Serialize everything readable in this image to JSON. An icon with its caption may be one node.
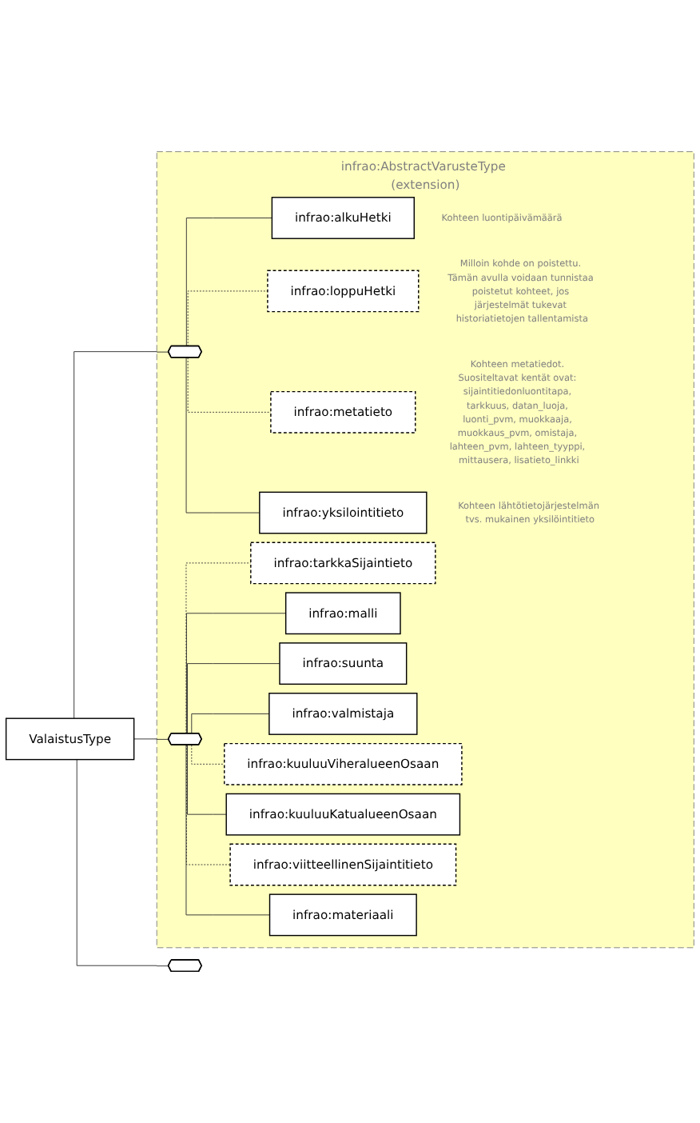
{
  "diagram": {
    "nodes": [
      {
        "text": [
          "ValaistusType"
        ]
      },
      {
        "text": [
          "infrao:AbstractVarusteType (extension)"
        ]
      },
      {
        "text": [],
        "shape": "octagon",
        "in": 1
      },
      {
        "text": [
          "infrao:alkuHetki"
        ],
        "in": 1,
        "beside": [
          "Kohteen luontipäivämäärä"
        ]
      },
      {
        "text": [
          "infrao:loppuHetki"
        ],
        "in": 1,
        "beside": [
          "Milloin kohde on poistettu. Tämän avulla voidaan tunnistaa poistetut kohteet, jos järjestelmät tukevat historiatietojen tallentamista"
        ]
      },
      {
        "text": [
          "infrao:metatieto"
        ],
        "in": 1,
        "beside": [
          "Kohteen metatiedot. Suositeltavat kentät ovat: sijaintitiedonluontitapa, tarkkuus, datan_luoja, luonti_pvm, muokkaaja, muokkaus_pvm, omistaja, lahteen_pvm, lahteen_tyyppi, mittausera, lisatieto_linkki"
        ]
      },
      {
        "text": [
          "infrao:yksilointitieto"
        ],
        "in": 1,
        "beside": [
          "Kohteen lähtötietojärjestelmän tvs. mukainen yksilöintitieto"
        ]
      },
      {
        "text": [],
        "shape": "octagon",
        "in": 1
      },
      {
        "text": [
          "infrao:tarkkaSijaintieto"
        ],
        "in": 1
      },
      {
        "text": [
          "infrao:malli"
        ],
        "in": 1
      },
      {
        "text": [
          "infrao:suunta"
        ],
        "in": 1
      },
      {
        "text": [
          "infrao:valmistaja"
        ],
        "in": 1
      },
      {
        "text": [
          "infrao:kuuluuViheralueenOsaan"
        ],
        "in": 1
      },
      {
        "text": [
          "infrao:kuuluuKatualueenOsaan"
        ],
        "in": 1
      },
      {
        "text": [
          "infrao:viitteellinenSijaintitieto"
        ],
        "in": 1
      },
      {
        "text": [
          "infrao:materiaali"
        ],
        "in": 1
      },
      {
        "text": [],
        "shape": "octagon"
      }
    ],
    "edges": [
      {
        "from": 0,
        "to": 2,
        "arrow": "none"
      },
      {
        "from": 0,
        "to": 7,
        "arrow": "none"
      },
      {
        "from": 0,
        "to": 16,
        "arrow": "none"
      },
      {
        "from": 2,
        "to": 3,
        "arrow": "none"
      },
      {
        "from": 2,
        "to": 4,
        "arrow": "none",
        "style": "dashed"
      },
      {
        "from": 2,
        "to": 5,
        "arrow": "none",
        "style": "dashed"
      },
      {
        "from": 2,
        "to": 6,
        "arrow": "none"
      },
      {
        "from": 7,
        "to": 8,
        "arrow": "none",
        "style": "dashed"
      },
      {
        "from": 7,
        "to": 9,
        "arrow": "none"
      },
      {
        "from": 7,
        "to": 10,
        "arrow": "none"
      },
      {
        "from": 7,
        "to": 11,
        "arrow": "none"
      },
      {
        "from": 7,
        "to": 12,
        "arrow": "none",
        "style": "dashed"
      },
      {
        "from": 7,
        "to": 13,
        "arrow": "none"
      },
      {
        "from": 7,
        "to": 14,
        "arrow": "none",
        "style": "dashed"
      },
      {
        "from": 7,
        "to": 15,
        "arrow": "none"
      }
    ]
  }
}
